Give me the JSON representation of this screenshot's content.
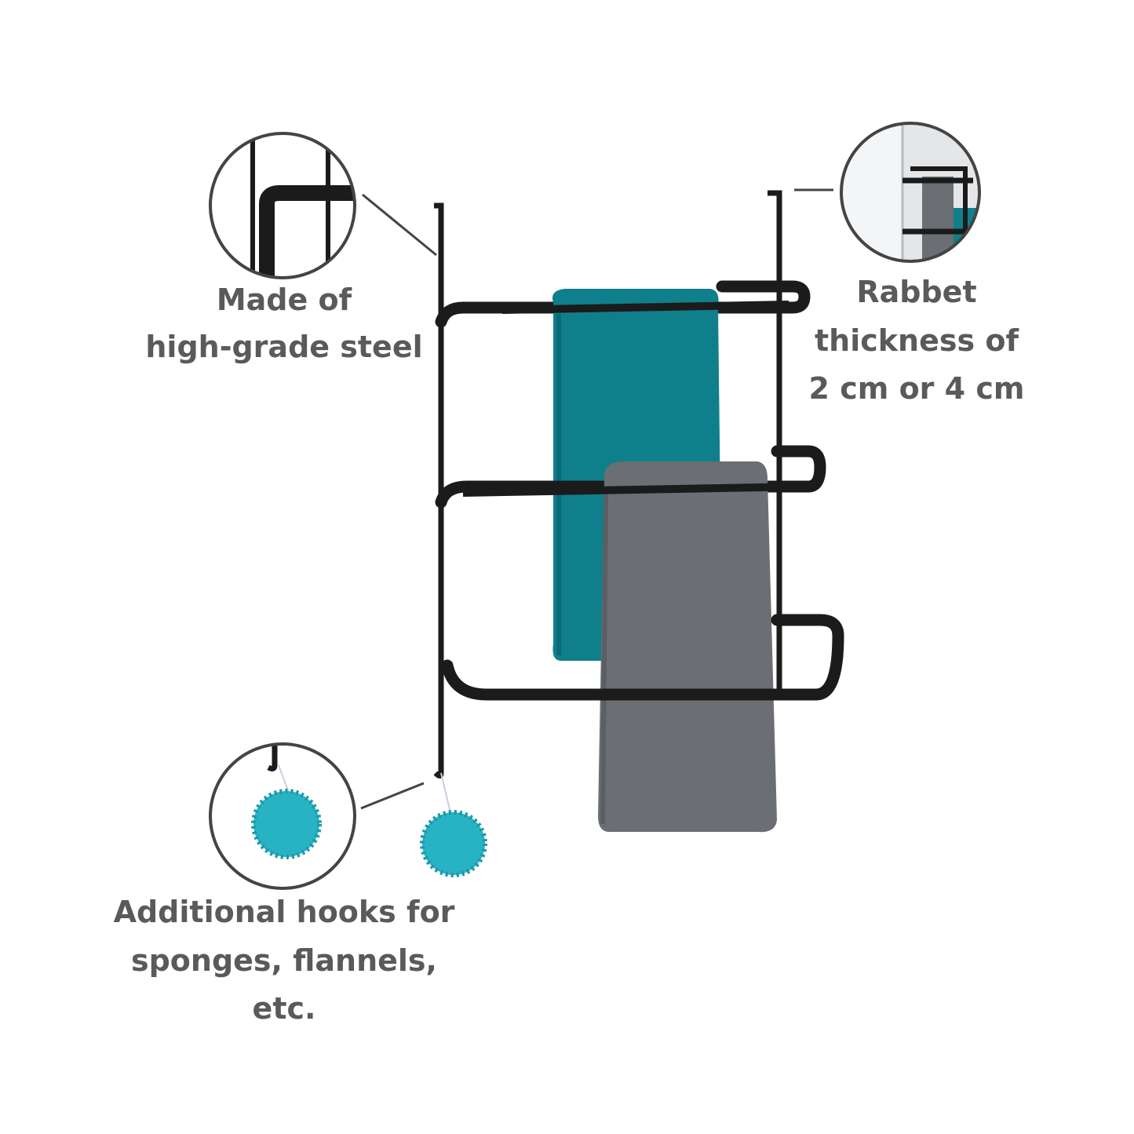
{
  "features": {
    "steel": {
      "lines": [
        "Made of",
        "high-grade steel"
      ]
    },
    "rabbet": {
      "lines": [
        "Rabbet",
        "thickness of",
        "2 cm or 4 cm"
      ]
    },
    "hooks": {
      "lines": [
        "Additional hooks for",
        "sponges, flannels,",
        "etc."
      ]
    }
  },
  "colors": {
    "text": "#5a5a5a",
    "frame": "#1b1b1b",
    "towel_teal": "#0f7f8c",
    "towel_gray": "#6b6e72",
    "sponge": "#27b3c4",
    "callout": "#444444"
  }
}
